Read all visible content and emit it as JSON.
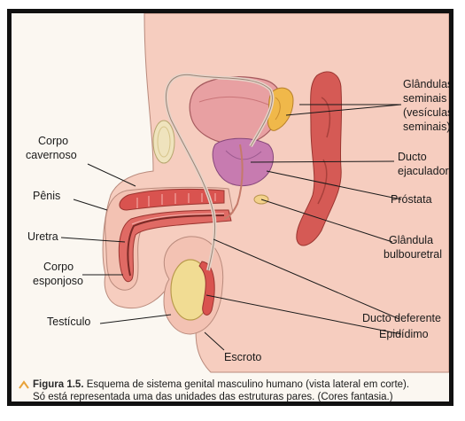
{
  "labels": {
    "glandulas": [
      "Glândulas",
      "seminais",
      "(vesículas",
      "seminais)"
    ],
    "ducto_ejaculador": [
      "Ducto",
      "ejaculador"
    ],
    "prostata": "Próstata",
    "bulbouretral": [
      "Glândula",
      "bulbouretral"
    ],
    "ducto_deferente": "Ducto deferente",
    "epididimo": "Epidídimo",
    "escroto": "Escroto",
    "testiculo": "Testículo",
    "corpo_cavernoso": [
      "Corpo",
      "cavernoso"
    ],
    "penis": "Pênis",
    "uretra": "Uretra",
    "corpo_esponjoso": [
      "Corpo",
      "esponjoso"
    ]
  },
  "caption": {
    "figure": "Figura 1.5.",
    "line1": " Esquema de sistema genital masculino humano (vista lateral em corte).",
    "line2": "Só está representada uma das unidades das estruturas pares. (Cores fantasia.)"
  },
  "colors": {
    "skin": "#f3c2b3",
    "muscle": "#d9534f",
    "bladder": "#e8a0a2",
    "prostate": "#c77bb0",
    "seminal": "#f0b84a",
    "testis": "#f1dc93",
    "bone": "#efe3bd",
    "duct": "#e6d3c8"
  }
}
